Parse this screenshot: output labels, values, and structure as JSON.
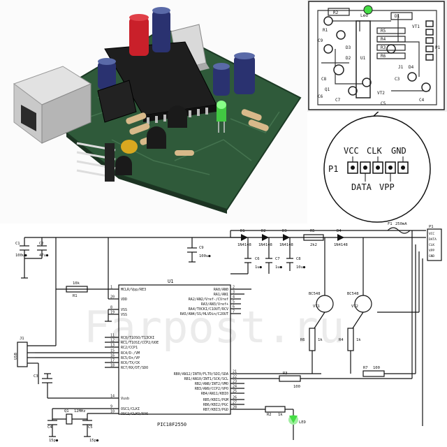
{
  "pcb_layout": {
    "refs": [
      "R2",
      "Led",
      "R1",
      "D1",
      "C9",
      "C8",
      "C6",
      "C7",
      "D2",
      "D3",
      "D4",
      "R5",
      "R4",
      "R3",
      "R6",
      "U1",
      "VT1",
      "VT2",
      "C3",
      "C4",
      "C5",
      "Q1",
      "P1",
      "J1"
    ],
    "callout": {
      "top_pins": [
        "VCC",
        "CLK",
        "GND"
      ],
      "bottom_pins": [
        "DATA",
        "VPP"
      ],
      "header": "P1"
    }
  },
  "schematic": {
    "ic": {
      "ref": "U1",
      "part": "PIC18F2550",
      "left_pins": [
        {
          "num": "1",
          "name": "MCLR/Vpp/RE3"
        },
        {
          "num": "20",
          "name": "VDD"
        },
        {
          "num": "8",
          "name": "VSS"
        },
        {
          "num": "19",
          "name": "VSS"
        },
        {
          "num": "11",
          "name": "RC0/T1OSO/T13CKI"
        },
        {
          "num": "12",
          "name": "RC1/T1OSI/CCP2/UOE"
        },
        {
          "num": "13",
          "name": "RC2/CCP1"
        },
        {
          "num": "15",
          "name": "RC4/D-/VM"
        },
        {
          "num": "16",
          "name": "RC5/D+/VP"
        },
        {
          "num": "17",
          "name": "RC6/TX/CK"
        },
        {
          "num": "18",
          "name": "RC7/RX/DT/SDO"
        },
        {
          "num": "14",
          "name": "Vusb"
        },
        {
          "num": "9",
          "name": "OSC1/CLKI"
        },
        {
          "num": "10",
          "name": "OSC2/CLKO/RA6"
        }
      ],
      "right_pins": [
        {
          "num": "2",
          "name": "RA0/AN0"
        },
        {
          "num": "3",
          "name": "RA1/AN1"
        },
        {
          "num": "4",
          "name": "RA2/AN2/Vref-/CVref"
        },
        {
          "num": "5",
          "name": "RA3/AN3/Vref+"
        },
        {
          "num": "6",
          "name": "RA4/T0CKI/C1OUT/RCV"
        },
        {
          "num": "7",
          "name": "RA5/AN4/SS/HLVDin/C2OUT"
        },
        {
          "num": "21",
          "name": "RB0/AN12/INT0/FLT0/SDI/SDA"
        },
        {
          "num": "22",
          "name": "RB1/AN10/INT1/SCK/SCL"
        },
        {
          "num": "23",
          "name": "RB2/AN8/INT2/VMO"
        },
        {
          "num": "24",
          "name": "RB3/AN9/CCP2/VPO"
        },
        {
          "num": "25",
          "name": "RB4/AN11/KBI0"
        },
        {
          "num": "26",
          "name": "RB5/KBI1/PGM"
        },
        {
          "num": "27",
          "name": "RB6/KBI2/PGC"
        },
        {
          "num": "28",
          "name": "RB7/KBI3/PGD"
        }
      ]
    },
    "components": {
      "c1": "C1",
      "c1_val": "100u●",
      "c2": "C2",
      "c2_val": "47u●",
      "c9": "C9",
      "c9_val": "100u●",
      "c6": "C6",
      "c6_val": "1u●",
      "c7": "C7",
      "c7_val": "1u●",
      "c8": "C8",
      "c8_val": "10u●",
      "c4": "C4",
      "c4_val": "15p●",
      "c5": "C5",
      "c5_val": "15p●",
      "c3": "C3",
      "d1": "D1",
      "d1_val": "1N4148",
      "d2": "D2",
      "d2_val": "1N4148",
      "d3": "D3",
      "d3_val": "1N4148",
      "d4": "D4",
      "d4_val": "1N4148",
      "r5": "R5",
      "r5_val": "2k2",
      "r1": "R1",
      "r1_val": "10k",
      "r3": "R3",
      "r3_val": "100",
      "r7": "R7",
      "r7_val": "100",
      "r2": "R2",
      "r2_val": "1k",
      "r6": "R6",
      "r6_val": "1k",
      "r4": "R4",
      "r4_val": "1k",
      "vt1": "VT1",
      "vt1_val": "BC548",
      "vt2": "VT2",
      "vt2_val": "BC548",
      "q1": "Q1",
      "q1_val": "12MHz",
      "led": "LED",
      "f1": "F1",
      "f1_val": "250mA",
      "p1": "P1",
      "p1_pins": [
        "VCC",
        "DATA",
        "CLK",
        "VPP",
        "GND"
      ],
      "j1": "J1",
      "usb": "USB"
    },
    "watermark": "Farpost.ru"
  },
  "colors": {
    "pcb_green": "#2f5a3a",
    "chip": "#1e1e1e",
    "led_green": "#44dd44",
    "cap_blue": "#2a3270",
    "cap_red": "#c9202a"
  }
}
